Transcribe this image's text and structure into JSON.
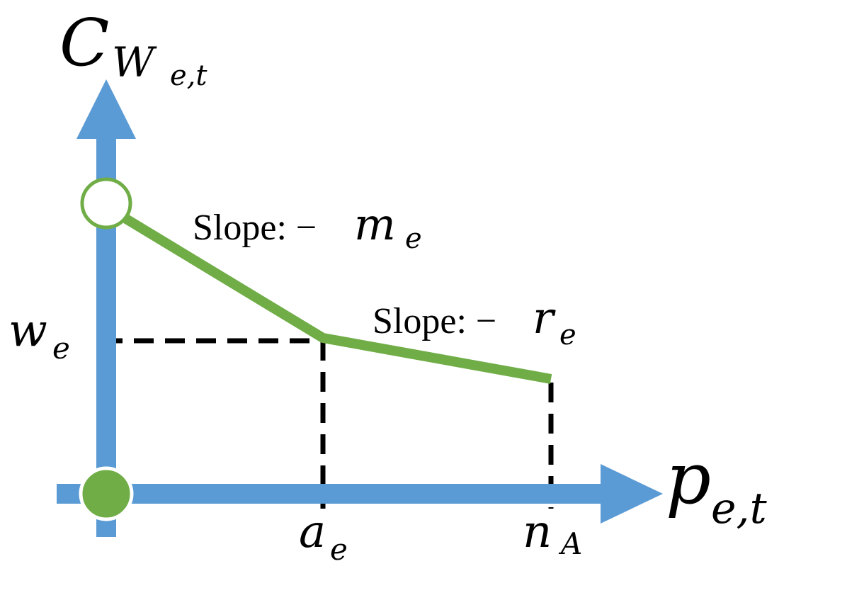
{
  "colors": {
    "axis": "#5b9bd5",
    "curve": "#70ad47",
    "dashed": "#000000",
    "background": "#ffffff"
  },
  "labels": {
    "y_axis_main": "C",
    "y_axis_sub_main": "W",
    "y_axis_sub_sub": "e,t",
    "x_axis_main": "p",
    "x_axis_sub": "e,t",
    "w_main": "w",
    "w_sub": "e",
    "a_main": "a",
    "a_sub": "e",
    "n_main": "n",
    "n_sub": "A",
    "slope1_prefix": "Slope: −",
    "slope1_main": "m",
    "slope1_sub": "e",
    "slope2_prefix": "Slope: −",
    "slope2_main": "r",
    "slope2_sub": "e"
  },
  "points": {
    "start_marker": "open-circle",
    "origin_marker": "filled-circle"
  }
}
